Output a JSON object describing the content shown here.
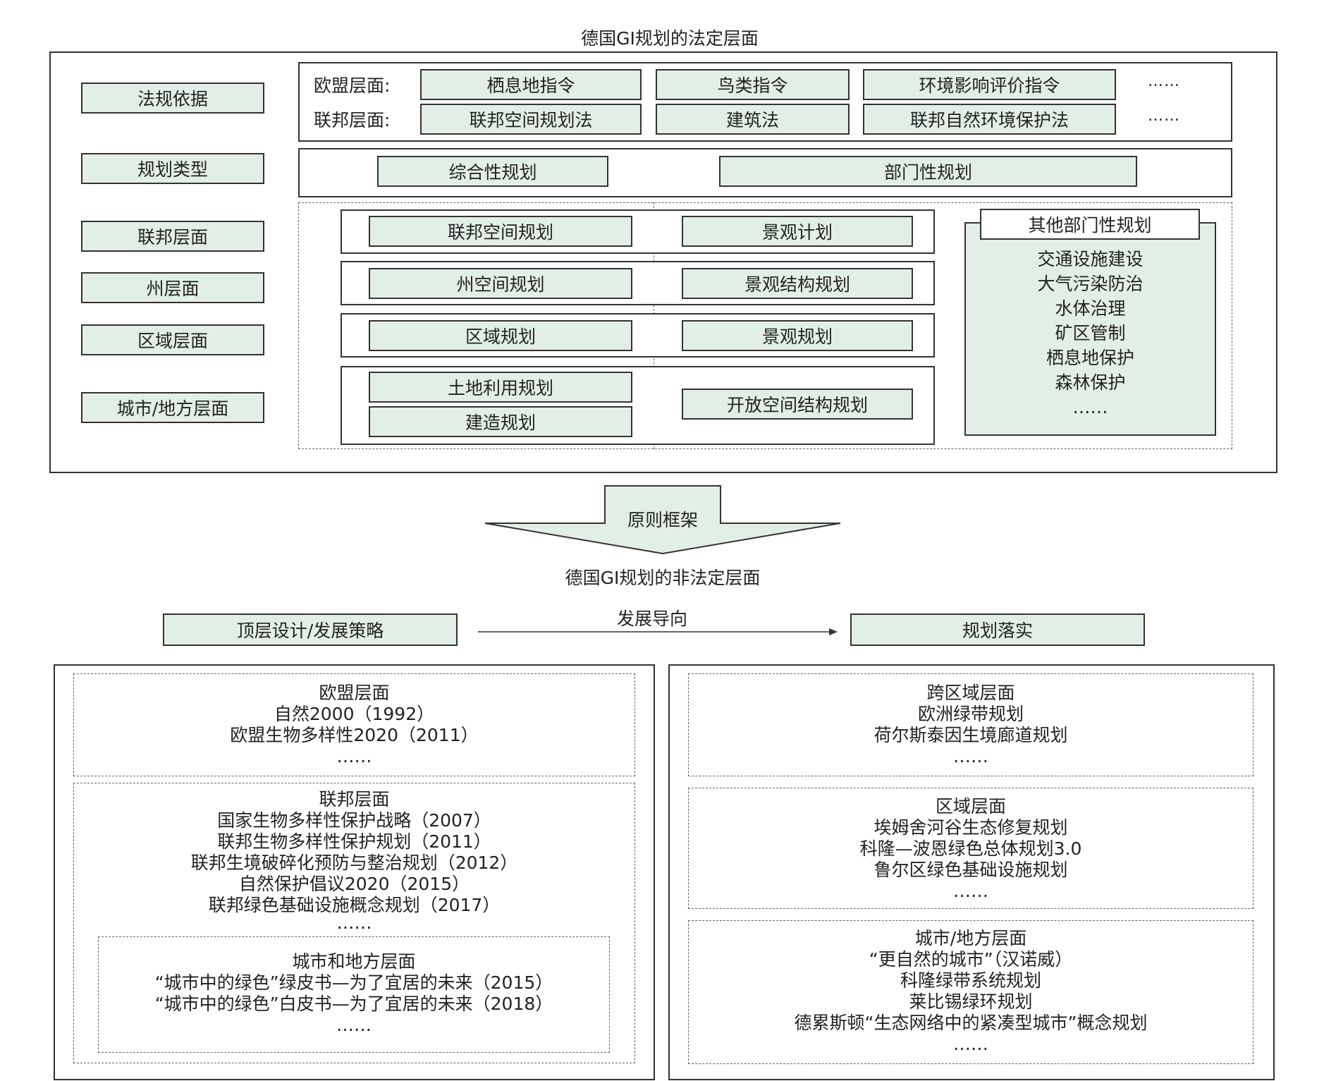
{
  "legal": {
    "title": "德国GI规划的法定层面",
    "row_labels": [
      "法规依据",
      "规划类型",
      "联邦层面",
      "州层面",
      "区域层面",
      "城市/地方层面"
    ],
    "eu": {
      "label": "欧盟层面:",
      "items": [
        "栖息地指令",
        "鸟类指令",
        "环境影响评价指令"
      ],
      "more": "……"
    },
    "federal": {
      "label": "联邦层面:",
      "items": [
        "联邦空间规划法",
        "建筑法",
        "联邦自然环境保护法"
      ],
      "more": "……"
    },
    "types": {
      "comprehensive": "综合性规划",
      "sectoral": "部门性规划"
    },
    "comprehensive_levels": [
      "联邦空间规划",
      "州空间规划",
      "区域规划",
      "土地利用规划",
      "建造规划"
    ],
    "landscape_levels": [
      "景观计划",
      "景观结构规划",
      "景观规划",
      "开放空间结构规划"
    ],
    "other": {
      "title": "其他部门性规划",
      "items": [
        "交通设施建设",
        "大气污染防治",
        "水体治理",
        "矿区管制",
        "栖息地保护",
        "森林保护",
        "……"
      ]
    }
  },
  "arrow_label": "原则框架",
  "nonlegal": {
    "title": "德国GI规划的非法定层面",
    "left_header": "顶层设计/发展策略",
    "direction_label": "发展导向",
    "right_header": "规划落实",
    "left_groups": [
      {
        "lines": [
          "欧盟层面",
          "自然2000（1992）",
          "欧盟生物多样性2020（2011）",
          "……"
        ]
      },
      {
        "lines": [
          "联邦层面",
          "国家生物多样性保护战略（2007）",
          "联邦生物多样性保护规划（2011）",
          "联邦生境破碎化预防与整治规划（2012）",
          "自然保护倡议2020（2015）",
          "联邦绿色基础设施概念规划（2017）",
          "……"
        ]
      },
      {
        "lines": [
          "城市和地方层面",
          "“城市中的绿色”绿皮书—为了宜居的未来（2015）",
          "“城市中的绿色”白皮书—为了宜居的未来（2018）",
          "……"
        ]
      }
    ],
    "right_groups": [
      {
        "lines": [
          "跨区域层面",
          "欧洲绿带规划",
          "荷尔斯泰因生境廊道规划",
          "……"
        ]
      },
      {
        "lines": [
          "区域层面",
          "埃姆舍河谷生态修复规划",
          "科隆—波恩绿色总体规划3.0",
          "鲁尔区绿色基础设施规划",
          "……"
        ]
      },
      {
        "lines": [
          "城市/地方层面",
          "“更自然的城市”（汉诺威）",
          "科隆绿带系统规划",
          "莱比锡绿环规划",
          "德累斯顿“生态网络中的紧凑型城市”概念规划",
          "……"
        ]
      }
    ]
  }
}
